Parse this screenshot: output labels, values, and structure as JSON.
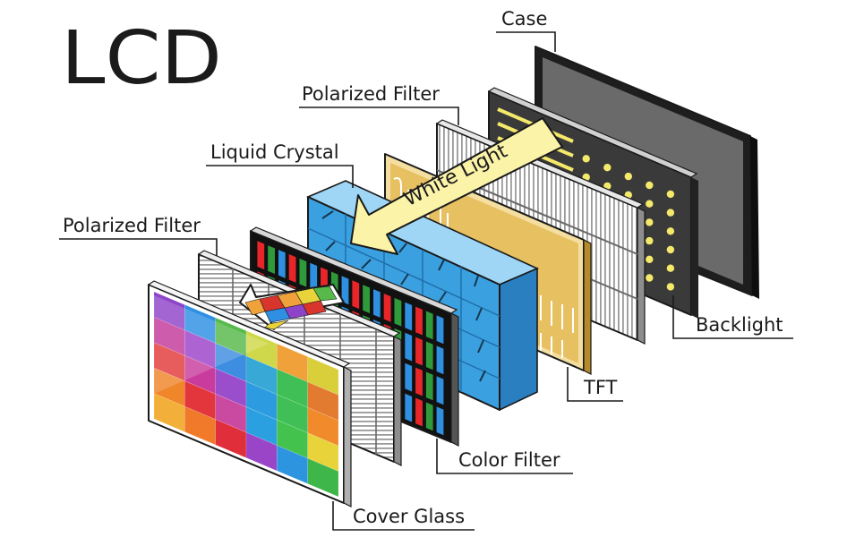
{
  "diagram": {
    "title": "LCD",
    "arrow_text": "White Light",
    "layers": {
      "case": "Case",
      "polarized_filter_back": "Polarized Filter",
      "liquid_crystal": "Liquid Crystal",
      "polarized_filter_front": "Polarized Filter",
      "backlight": "Backlight",
      "tft": "TFT",
      "color_filter": "Color Filter",
      "cover_glass": "Cover Glass"
    },
    "colors": {
      "case_frame": "#1e1e1e",
      "case_screen": "#6a6a6a",
      "backlight_panel": "#3a3a3a",
      "backlight_led": "#f4e96a",
      "tft_gold": "#d9a53a",
      "liquid_crystal": "#3aa0e0",
      "white_light_arrow": "#fbf3a8",
      "filter_red": "#e8262a",
      "filter_green": "#2f9a3a",
      "filter_blue": "#2f8fe0"
    },
    "cover_glass_colors": [
      "#8e44c9",
      "#2e8fe3",
      "#56b94a",
      "#cfd84a",
      "#f0a13a",
      "#d9cf3a",
      "#c23a9a",
      "#9b43c9",
      "#3d8de0",
      "#38a9d6",
      "#3fbf55",
      "#e27a2f",
      "#e23a3a",
      "#c93b9d",
      "#9b4ecb",
      "#2c9be0",
      "#3fbf55",
      "#f08a2a",
      "#f0862a",
      "#e2363c",
      "#c94aa0",
      "#2aa0e0",
      "#43c24d",
      "#e8d33a",
      "#f2b03a",
      "#f07a2a",
      "#e02e3a",
      "#9a45c8",
      "#2d94e0",
      "#3fb64a"
    ],
    "small_arrow_colors": [
      "#d8352c",
      "#f0a13a",
      "#e8d33a",
      "#56b94a",
      "#2e8fe3",
      "#8e44c9"
    ]
  }
}
